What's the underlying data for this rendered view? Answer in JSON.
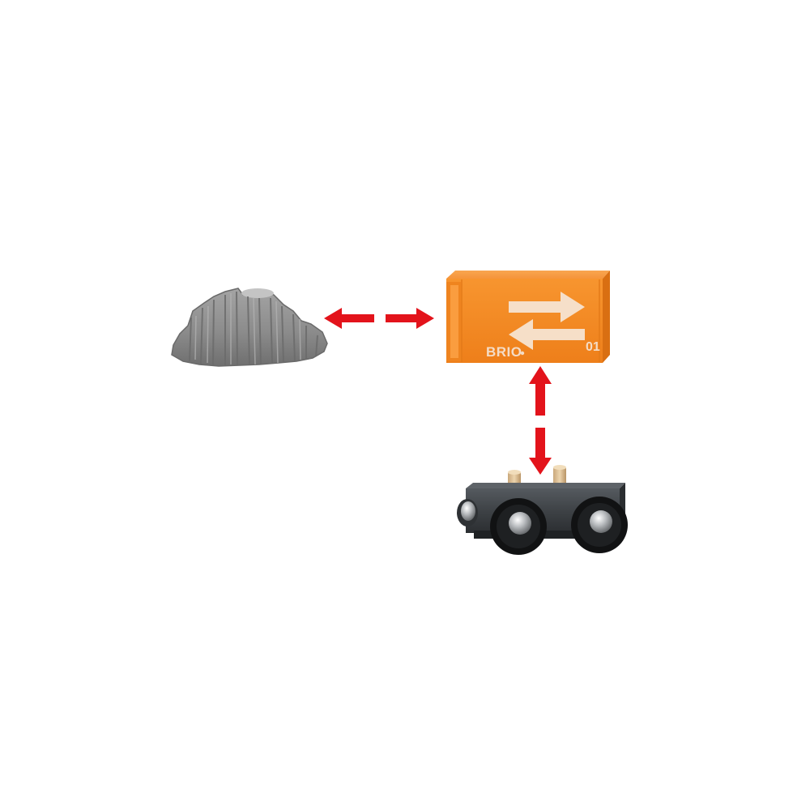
{
  "scene": {
    "background_color": "#ffffff",
    "objects": [
      {
        "name": "rock-cargo",
        "color": "#8a8a8a"
      },
      {
        "name": "orange-cargo-container",
        "color": "#f28a24"
      },
      {
        "name": "black-wagon",
        "color": "#3b3f43"
      }
    ],
    "arrows_color": "#e3131b"
  },
  "container": {
    "brand": "BRIO",
    "number": "01",
    "icon": "swap-arrows-icon"
  }
}
